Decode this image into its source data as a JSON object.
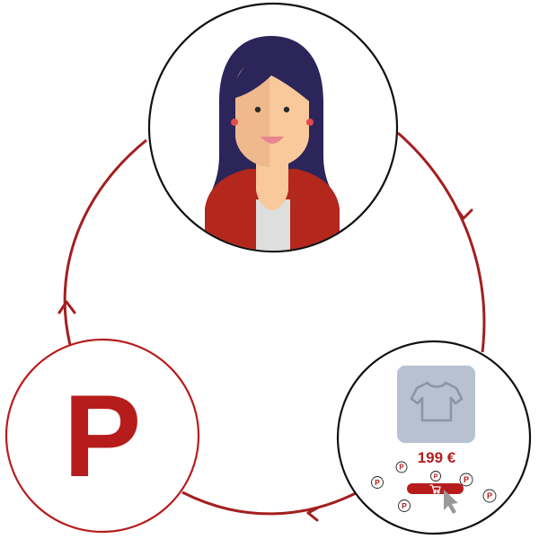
{
  "colors": {
    "accent": "#b71c1c",
    "cycle": "#a31f1f",
    "outline": "#111111",
    "hair": "#2b2559",
    "skin": "#f8c99a",
    "skin_shadow": "#e9a984",
    "jacket": "#b3271d",
    "shirt": "#dedede",
    "lips": "#e8868f",
    "earring": "#e04b4b",
    "tile": "#b7c1cf",
    "tshirt_stroke": "#8a96a6",
    "cursor": "#9a9a9a"
  },
  "logo": {
    "letter": "P"
  },
  "product": {
    "price": "199 €",
    "icon": "tshirt-icon",
    "cart_icon": "cart-icon",
    "cursor_icon": "cursor-icon",
    "point_badge": "P"
  }
}
